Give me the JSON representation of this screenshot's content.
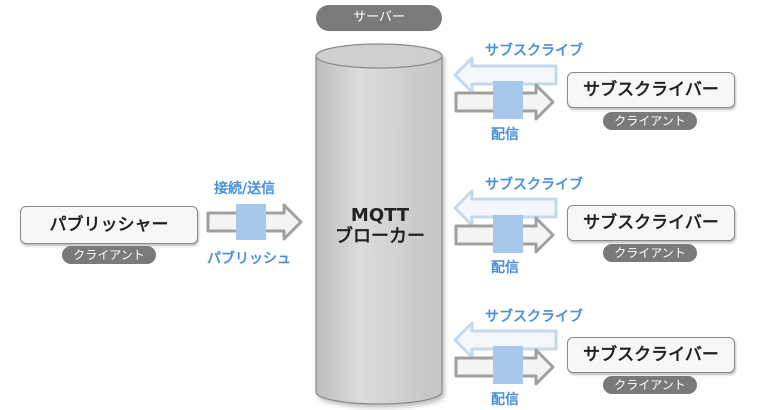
{
  "server_label": "サーバー",
  "broker": {
    "line1": "MQTT",
    "line2": "ブローカー"
  },
  "publisher": {
    "label": "パブリッシャー",
    "client_label": "クライアント",
    "connect_label": "接続/送信",
    "publish_label": "パブリッシュ"
  },
  "subscribers": [
    {
      "label": "サブスクライバー",
      "client_label": "クライアント",
      "subscribe_label": "サブスクライブ",
      "deliver_label": "配信"
    },
    {
      "label": "サブスクライバー",
      "client_label": "クライアント",
      "subscribe_label": "サブスクライブ",
      "deliver_label": "配信"
    },
    {
      "label": "サブスクライバー",
      "client_label": "クライアント",
      "subscribe_label": "サブスクライブ",
      "deliver_label": "配信"
    }
  ],
  "colors": {
    "accent_blue": "#4a90d9",
    "message_block": "#a7c8eb",
    "pill_gray": "#7a7a7a",
    "arrow_gray": "#b8b8b8",
    "cylinder": "#d6d6d6"
  }
}
